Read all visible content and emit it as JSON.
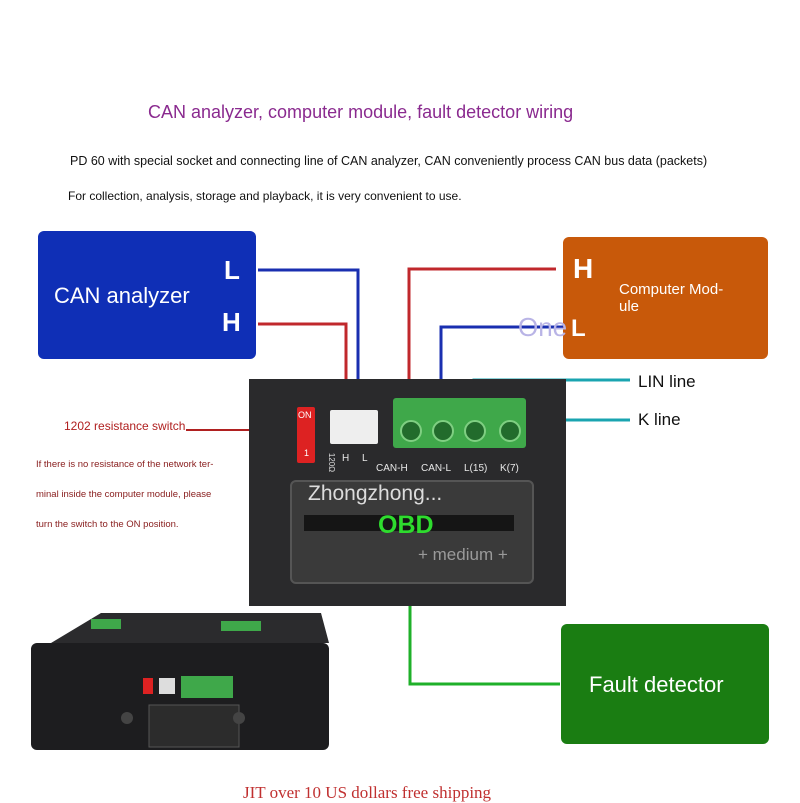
{
  "title": "CAN analyzer, computer module, fault detector wiring",
  "desc_line1": "PD 60 with special socket and connecting line of CAN analyzer, CAN conveniently process CAN bus data (packets)",
  "desc_line2": "For collection, analysis, storage and playback, it is very convenient to use.",
  "can_analyzer": {
    "label": "CAN analyzer",
    "pin_l": "L",
    "pin_h": "H"
  },
  "computer_module": {
    "label": "Computer Mod-\nule",
    "pin_h": "H",
    "pin_l": "L"
  },
  "watermark": "One",
  "fault_detector": {
    "label": "Fault detector"
  },
  "lin_line": "LIN line",
  "k_line": "K line",
  "resistance_switch": "1202 resistance switch",
  "note_lines": [
    "If there is no resistance of the network ter-",
    "minal inside the computer module, please",
    "turn the switch to the ON position."
  ],
  "device": {
    "switch_on": "ON",
    "switch_num": "1",
    "switch_code": "120Ω",
    "jst_h": "H",
    "jst_l": "L",
    "pins": [
      "CAN-H",
      "CAN-L",
      "L(15)",
      "K(7)"
    ],
    "brand": "Zhongzhong...",
    "obd": "OBD",
    "medium": "+ medium +"
  },
  "footer": "JIT over 10 US dollars free shipping",
  "colors": {
    "blue": "#0f2fb6",
    "orange": "#c8590a",
    "green": "#1a7d12",
    "wire_red": "#c0282c",
    "wire_blue": "#1a2fb0",
    "wire_teal": "#1aa4b0",
    "wire_green": "#1fb02a"
  }
}
